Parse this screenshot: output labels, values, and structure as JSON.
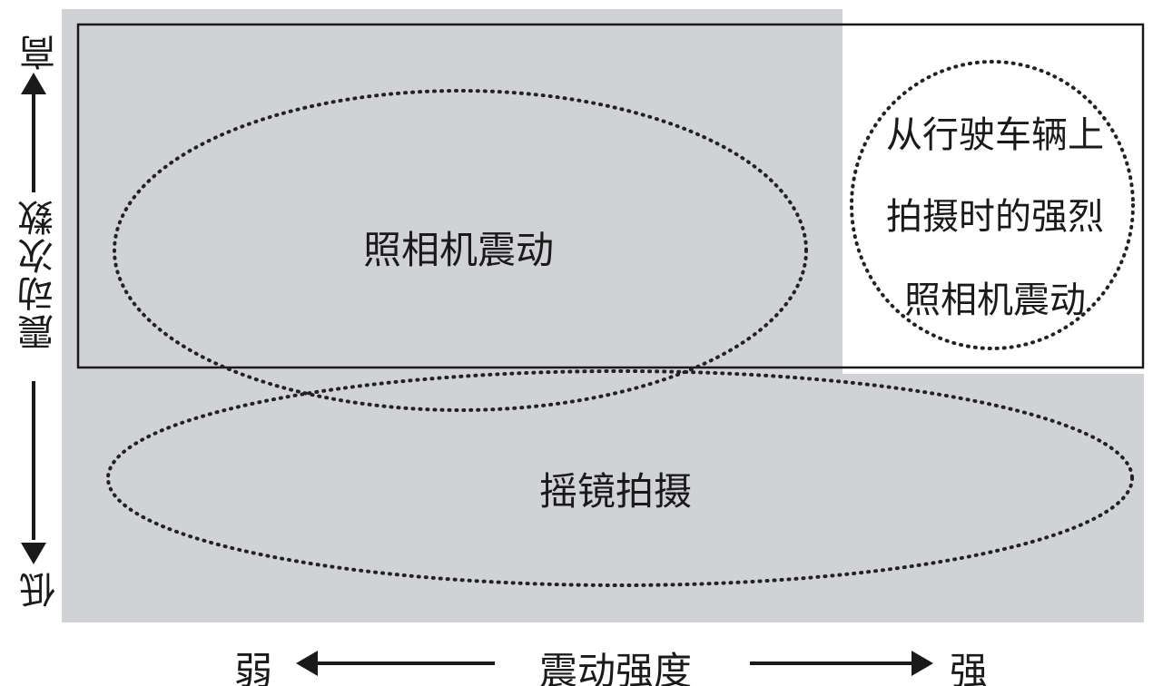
{
  "diagram": {
    "region_labels": {
      "camera_shake": "照相机震动",
      "panning": "摇镜拍摄",
      "strong_shake": [
        "从行驶车辆上",
        "拍摄时的强烈",
        "照相机震动"
      ]
    },
    "y_axis": {
      "title": "震动次数",
      "high": "高",
      "low": "低"
    },
    "x_axis": {
      "title": "震动强度",
      "weak": "弱",
      "strong": "强"
    },
    "colors": {
      "shade": "#d0d2d6",
      "line": "#1a1a1a",
      "dots": "#222222"
    }
  }
}
